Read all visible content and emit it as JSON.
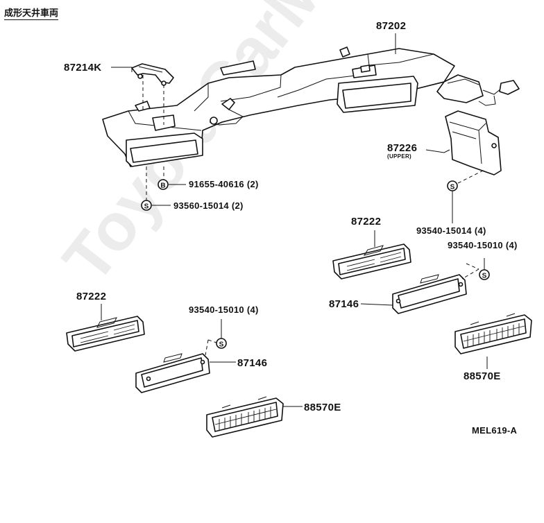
{
  "header": {
    "title": "成形天井車両"
  },
  "watermark": {
    "text": "ToyotaCarMine.ru"
  },
  "diagram_code": "MEL619-A",
  "parts": {
    "duct_main": "87202",
    "bracket": "87214K",
    "duct_upper": "87226",
    "duct_upper_note": "(UPPER)",
    "bolt_b": "91655-40616 (2)",
    "screw_s_top": "93560-15014 (2)",
    "screw_right_1": "93540-15014 (4)",
    "screw_right_2": "93540-15010 (4)",
    "screw_left": "93540-15010 (4)",
    "register_right": "87222",
    "register_left": "87222",
    "bezel_right": "87146",
    "bezel_left": "87146",
    "louver_right": "88570E",
    "louver_left": "88570E"
  },
  "symbols": {
    "b": "B",
    "s": "S"
  }
}
